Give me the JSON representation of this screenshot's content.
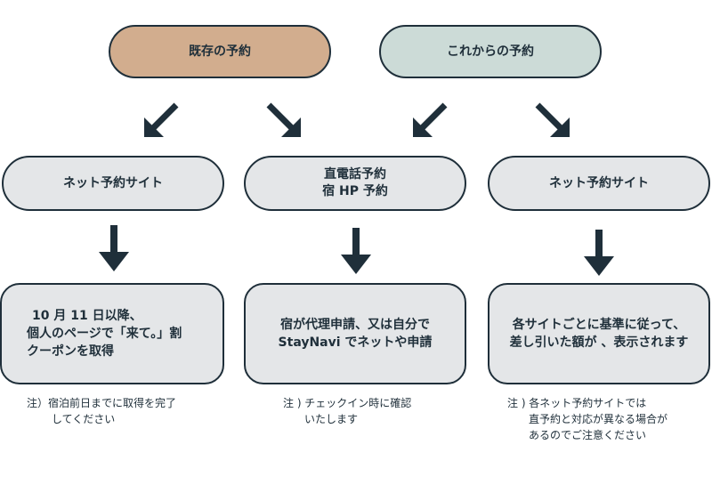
{
  "colors": {
    "existing_bg": "#d2ad8e",
    "future_bg": "#ccdbd7",
    "box_bg": "#e4e6e8",
    "stroke": "#1f2f3a"
  },
  "top": {
    "existing": "既存の予約",
    "future": "これからの予約"
  },
  "channels": {
    "left": "ネット予約サイト",
    "center_line1": "直電話予約",
    "center_line2": "宿 HP 予約",
    "right": "ネット予約サイト"
  },
  "actions": {
    "left_line1": "10 月 11 日以降、",
    "left_line2": "個人のページで「来て。」割",
    "left_line3": "クーポンを取得",
    "center_line1": "宿が代理申請、又は自分で",
    "center_line2": "StayNavi でネットや申請",
    "right_line1": "各サイトごとに基準に従って、",
    "right_line2": "差し引いた額が 、表示されます"
  },
  "notes": {
    "left_line1": "注）宿泊前日までに取得を完了",
    "left_line2": "してください",
    "center_line1": "注 ) チェックイン時に確認",
    "center_line2": "いたします",
    "right_line1": "注 ) 各ネット予約サイトでは",
    "right_line2": "直予約と対応が異なる場合が",
    "right_line3": "あるのでご注意ください"
  }
}
